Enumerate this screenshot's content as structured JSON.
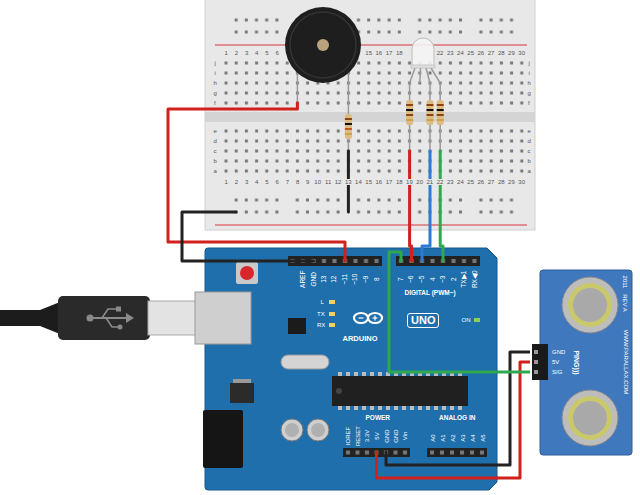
{
  "diagram": {
    "nodes": [
      {
        "text": [
          "AREF",
          "GND",
          "13",
          "12",
          "~11",
          "~10",
          "~9",
          "8",
          "7",
          "~6",
          "~5",
          "4",
          "~3",
          "2",
          "TX▶1",
          "RX◀0",
          "DIGITAL (PWM~)",
          "L",
          "TX",
          "RX",
          "UNO",
          "ARDUINO",
          "ON",
          "POWER",
          "IOREF",
          "RESET",
          "3.3V",
          "5V",
          "GND",
          "GND",
          "Vin",
          "ANALOG IN",
          "A0",
          "A1",
          "A2",
          "A3",
          "A4",
          "A5"
        ]
      },
      {
        "text": [
          "GND",
          "5V",
          "SIG",
          "PING)))",
          "WWW.PARALLAX.COM",
          "REV A",
          "2011"
        ]
      }
    ],
    "edges": [
      {
        "from": 0,
        "to": 1,
        "arrow": "none"
      },
      {
        "from": 0,
        "to": 1,
        "arrow": "none"
      },
      {
        "from": 0,
        "to": 1,
        "arrow": "none"
      }
    ],
    "labels": [
      "1",
      "2",
      "3",
      "4",
      "5",
      "6",
      "15",
      "16",
      "17",
      "18",
      "22",
      "23",
      "24",
      "25",
      "26",
      "27",
      "28",
      "29",
      "30",
      "j",
      "i",
      "h",
      "g",
      "f",
      "j",
      "i",
      "h",
      "g",
      "f",
      "e",
      "d",
      "c",
      "b",
      "a",
      "e",
      "d",
      "c",
      "b",
      "a",
      "1",
      "2",
      "3",
      "4",
      "5",
      "6",
      "7",
      "8",
      "9",
      "10",
      "11",
      "12",
      "13",
      "14",
      "15",
      "16",
      "17",
      "18",
      "19",
      "20",
      "21",
      "22",
      "23",
      "24",
      "25",
      "26",
      "27",
      "28",
      "29",
      "30"
    ]
  }
}
